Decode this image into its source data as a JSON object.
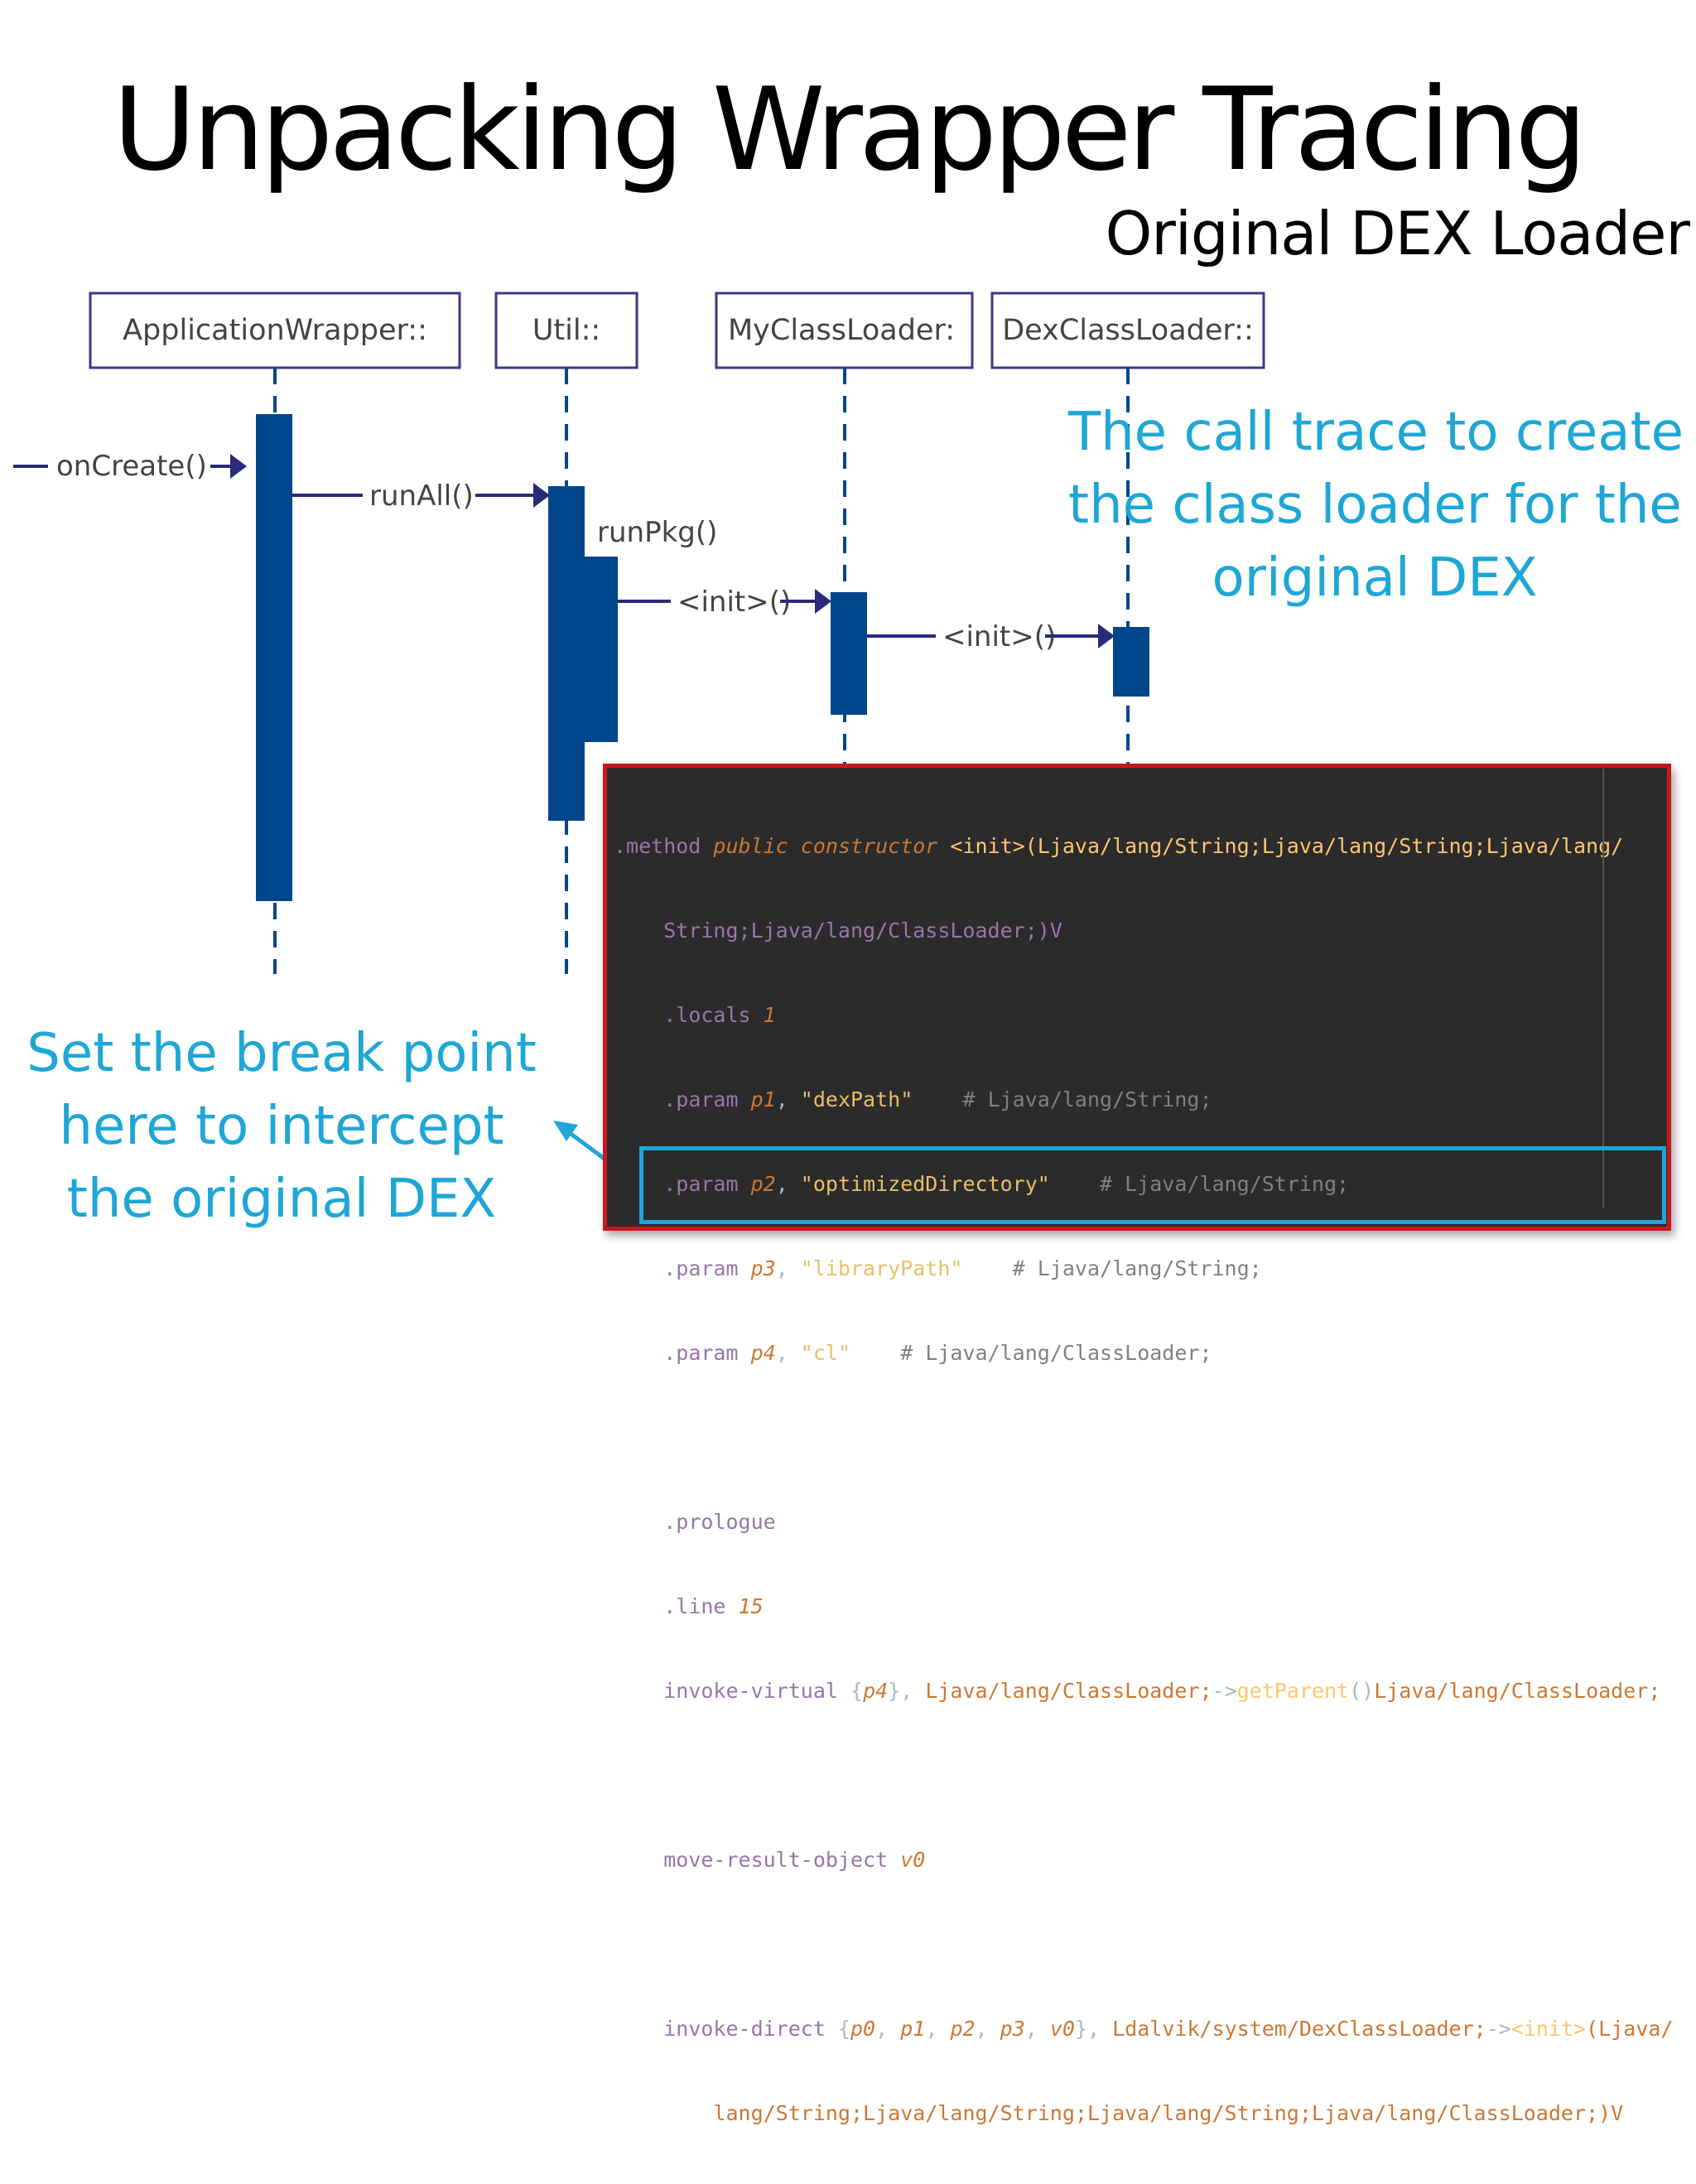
{
  "title": "Unpacking Wrapper Tracing",
  "subtitle": "Original DEX Loader",
  "lifelines": [
    {
      "label": "ApplicationWrapper::"
    },
    {
      "label": "Util::"
    },
    {
      "label": "MyClassLoader:"
    },
    {
      "label": "DexClassLoader::"
    }
  ],
  "messages": {
    "on_create": "onCreate()",
    "run_all": "runAll()",
    "run_pkg": "runPkg()",
    "init1": "<init>()",
    "init2": "<init>()"
  },
  "right_note": [
    "The call trace to create",
    "the class loader for the",
    "original DEX"
  ],
  "left_note": [
    "Set the break point",
    "here to intercept",
    "the original DEX"
  ],
  "code": {
    "l1a": ".method ",
    "l1b": "public constructor ",
    "l1c": "<init>(Ljava/lang/String;Ljava/lang/String;Ljava/lang/",
    "l2": "String;Ljava/lang/ClassLoader;)V",
    "l3a": ".locals ",
    "l3b": "1",
    "p1a": ".param ",
    "p1b": "p1",
    "p1c": ", ",
    "p1d": "\"dexPath\"",
    "p1e": "    # Ljava/lang/String;",
    "p2a": ".param ",
    "p2b": "p2",
    "p2c": ", ",
    "p2d": "\"optimizedDirectory\"",
    "p2e": "    # Ljava/lang/String;",
    "p3a": ".param ",
    "p3b": "p3",
    "p3c": ", ",
    "p3d": "\"libraryPath\"",
    "p3e": "    # Ljava/lang/String;",
    "p4a": ".param ",
    "p4b": "p4",
    "p4c": ", ",
    "p4d": "\"cl\"",
    "p4e": "    # Ljava/lang/ClassLoader;",
    "prologue": ".prologue",
    "linea": ".line ",
    "lineb": "15",
    "iv_a": "invoke-virtual ",
    "iv_b": "{",
    "iv_c": "p4",
    "iv_d": "}, ",
    "iv_e": "Ljava/lang/ClassLoader;",
    "iv_f": "->",
    "iv_g": "getParent",
    "iv_h": "()",
    "iv_i": "Ljava/lang/ClassLoader;",
    "mr_a": "move-result-object ",
    "mr_b": "v0",
    "id_a": "invoke-direct ",
    "id_b": "{",
    "id_c": "p0",
    "id_d": ", ",
    "id_e": "p1",
    "id_f": ", ",
    "id_g": "p2",
    "id_h": ", ",
    "id_i": "p3",
    "id_j": ", ",
    "id_k": "v0",
    "id_l": "}, ",
    "id_m": "Ldalvik/system/DexClassLoader;",
    "id_n": "->",
    "id_o": "<init>",
    "id_p": "(Ljava/",
    "id2": "lang/String;Ljava/lang/String;Ljava/lang/String;Ljava/lang/ClassLoader;)V"
  },
  "colors": {
    "diagram_blue": "#00468b",
    "note_blue": "#1ea6d6",
    "code_border": "#c8161d",
    "code_bg": "#2b2b2b"
  }
}
